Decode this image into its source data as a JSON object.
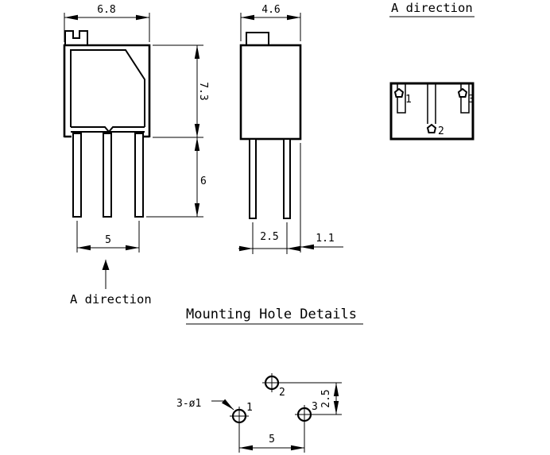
{
  "drawing": {
    "front_view": {
      "dim_width": "6.8",
      "dim_body_height": "7.3",
      "dim_pin_length": "6",
      "dim_pin_span": "5",
      "direction_label": "A direction"
    },
    "side_view": {
      "dim_width": "4.6",
      "dim_pin_pitch": "2.5",
      "dim_edge_offset": "1.1"
    },
    "a_view": {
      "title": "A direction",
      "pin1": "1",
      "pin2": "2",
      "pin3": "3"
    },
    "mounting": {
      "title": "Mounting Hole Details",
      "hole_note": "3-ø1",
      "dim_span": "5",
      "dim_offset": "2.5",
      "hole1": "1",
      "hole2": "2",
      "hole3": "3"
    },
    "colors": {
      "line": "#000000",
      "background": "#ffffff"
    }
  }
}
